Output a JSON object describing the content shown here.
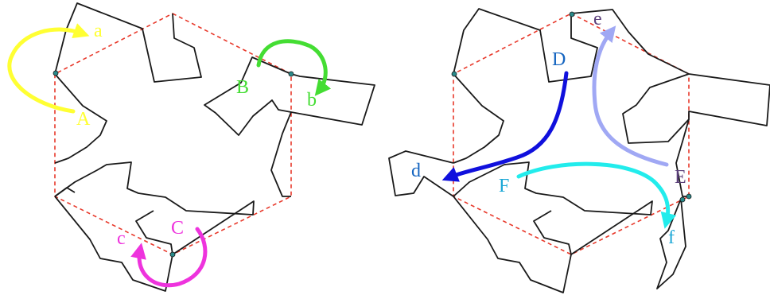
{
  "left_panel": {
    "labels": [
      {
        "id": "A",
        "text": "A",
        "color": "#ffff33"
      },
      {
        "id": "a",
        "text": "a",
        "color": "#ffff33"
      },
      {
        "id": "B",
        "text": "B",
        "color": "#44dd33"
      },
      {
        "id": "b",
        "text": "b",
        "color": "#44dd33"
      },
      {
        "id": "C",
        "text": "C",
        "color": "#ee33dd"
      },
      {
        "id": "c",
        "text": "c",
        "color": "#ee33dd"
      }
    ],
    "arrows": [
      {
        "name": "arrow-A-to-a",
        "color": "#ffff33"
      },
      {
        "name": "arrow-B-to-b",
        "color": "#44dd33"
      },
      {
        "name": "arrow-C-to-c",
        "color": "#ee33dd"
      }
    ]
  },
  "right_panel": {
    "labels": [
      {
        "id": "D",
        "text": "D",
        "color": "#1565c0"
      },
      {
        "id": "d",
        "text": "d",
        "color": "#1565c0"
      },
      {
        "id": "E",
        "text": "E",
        "color": "#5b3f7a"
      },
      {
        "id": "e",
        "text": "e",
        "color": "#5b3f7a"
      },
      {
        "id": "F",
        "text": "F",
        "color": "#1aa7d6"
      },
      {
        "id": "f",
        "text": "f",
        "color": "#1aa7d6"
      }
    ],
    "arrows": [
      {
        "name": "arrow-D-to-d",
        "color": "#1010dd"
      },
      {
        "name": "arrow-E-to-e",
        "color": "#a0a8f4"
      },
      {
        "name": "arrow-F-to-f",
        "color": "#22ecec"
      }
    ]
  },
  "colors": {
    "hexagon": "#e8392b",
    "outline": "#1a1a1a",
    "vertex": "#2a8a8a"
  }
}
